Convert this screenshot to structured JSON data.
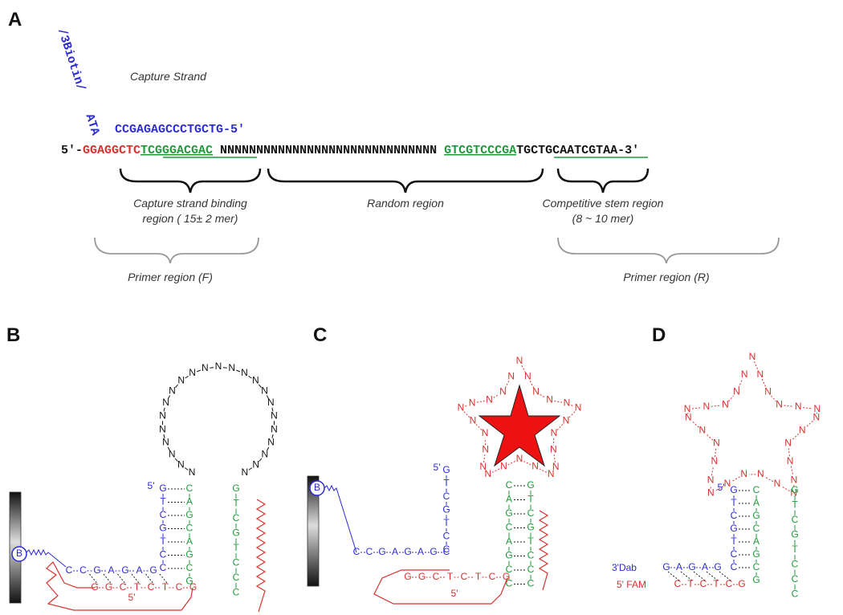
{
  "panel_labels": {
    "A": "A",
    "B": "B",
    "C": "C",
    "D": "D"
  },
  "colors": {
    "blue": "#2b2bd6",
    "red": "#d9302c",
    "green": "#1f9a3a",
    "black": "#111111",
    "gray": "#999999",
    "star": "#ee1111"
  },
  "panelA": {
    "biotin": "/3Biotin/",
    "biotin_tail": "ATA",
    "capture_label": "Capture Strand",
    "capture_seq": "CCGAGAGCCCTGCTG-5′",
    "main_prefix": "5′-",
    "main_red": "GGAGGCTC",
    "main_green1": "TCGGGACGAC",
    "main_N": "NNNNNNNNNNNNNNNNNNNNNNNNNNNNNN",
    "main_green2": "GTCGTCCCGA",
    "main_suffix": "TGCTGCAATCGTAA-3′",
    "brace_labels": {
      "capture_line1": "Capture strand binding",
      "capture_line2": "region ( 15± 2 mer)",
      "random": "Random region",
      "competitive_line1": "Competitive stem region",
      "competitive_line2": "(8 ~ 10 mer)",
      "primer_f": "Primer region (F)",
      "primer_r": "Primer region (R)"
    }
  },
  "panelB": {
    "bead": "B",
    "five_prime_blue": "5'",
    "five_prime_red": "5'",
    "loop_N": [
      "N",
      "N",
      "N",
      "N",
      "N",
      "N",
      "N",
      "N",
      "N",
      "N",
      "N",
      "N",
      "N",
      "N",
      "N",
      "N",
      "N",
      "N",
      "N",
      "N",
      "N",
      "N",
      "N"
    ],
    "blue_vert": [
      "G",
      "T",
      "C",
      "G",
      "T",
      "C",
      "C"
    ],
    "green_vert": [
      "C",
      "A",
      "G",
      "C",
      "A",
      "G",
      "C",
      "G"
    ],
    "green_vert2": [
      "G",
      "T",
      "C",
      "G",
      "T",
      "C",
      "C",
      "C"
    ],
    "blue_horiz": [
      "C",
      "C",
      "G",
      "A",
      "G",
      "A",
      "G"
    ],
    "red_horiz": [
      "G",
      "G",
      "C",
      "T",
      "C",
      "T",
      "C",
      "G"
    ]
  },
  "panelC": {
    "bead": "B",
    "five_prime_blue": "5'",
    "five_prime_red": "5'",
    "blue_vert": [
      "G",
      "T",
      "C",
      "G",
      "T",
      "C",
      "C"
    ],
    "blue_horiz": [
      "C",
      "C",
      "G",
      "A",
      "G",
      "A",
      "G",
      "C"
    ],
    "red_horiz": [
      "G",
      "G",
      "C",
      "T",
      "C",
      "T",
      "C",
      "G"
    ],
    "green_left": [
      "C",
      "A",
      "G",
      "C",
      "A",
      "G",
      "C",
      "C"
    ],
    "green_right": [
      "G",
      "T",
      "C",
      "G",
      "T",
      "C",
      "C",
      "C"
    ],
    "star_N": [
      "N",
      "N",
      "N",
      "N",
      "N",
      "N",
      "N",
      "N",
      "N",
      "N",
      "N",
      "N",
      "N",
      "N",
      "N",
      "N",
      "N",
      "N",
      "N",
      "N",
      "N",
      "N",
      "N",
      "N"
    ]
  },
  "panelD": {
    "five_prime_blue": "5'",
    "dab_label": "3'Dab",
    "fam_label": "5' FAM",
    "blue_vert": [
      "G",
      "T",
      "C",
      "G",
      "T",
      "C",
      "C"
    ],
    "green_left": [
      "C",
      "A",
      "G",
      "C",
      "A",
      "G",
      "C",
      "G"
    ],
    "green_right": [
      "G",
      "T",
      "C",
      "G",
      "T",
      "C",
      "C",
      "C"
    ],
    "blue_horiz": [
      "G",
      "A",
      "G",
      "A",
      "G"
    ],
    "red_horiz": [
      "C",
      "T",
      "C",
      "T",
      "C",
      "G"
    ],
    "star_N": [
      "N",
      "N",
      "N",
      "N",
      "N",
      "N",
      "N",
      "N",
      "N",
      "N",
      "N",
      "N",
      "N",
      "N",
      "N",
      "N",
      "N",
      "N",
      "N",
      "N",
      "N",
      "N",
      "N",
      "N",
      "N",
      "N",
      "N"
    ]
  }
}
